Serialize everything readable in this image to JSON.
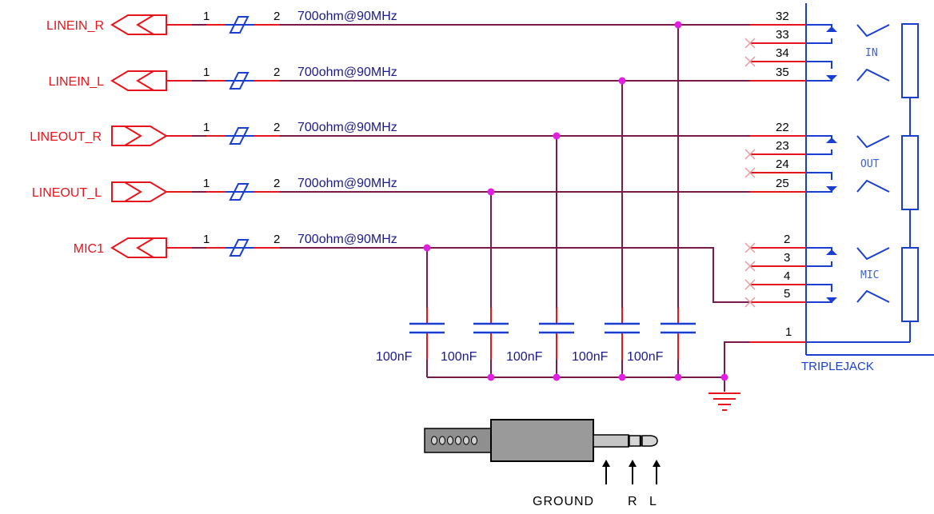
{
  "nets": [
    {
      "name": "LINEIN_R",
      "dir": "in"
    },
    {
      "name": "LINEIN_L",
      "dir": "in"
    },
    {
      "name": "LINEOUT_R",
      "dir": "out"
    },
    {
      "name": "LINEOUT_L",
      "dir": "out"
    },
    {
      "name": "MIC1",
      "dir": "in"
    }
  ],
  "ferrite": {
    "pin1": "1",
    "pin2": "2",
    "value": "700ohm@90MHz"
  },
  "capacitor_value": "100nF",
  "jack": {
    "part_name": "TRIPLEJACK",
    "sections": [
      {
        "label": "IN",
        "pins": [
          "32",
          "33",
          "34",
          "35"
        ]
      },
      {
        "label": "OUT",
        "pins": [
          "22",
          "23",
          "24",
          "25"
        ]
      },
      {
        "label": "MIC",
        "pins": [
          "2",
          "3",
          "4",
          "5"
        ]
      }
    ],
    "ground_pin": "1"
  },
  "plug_labels": {
    "ground": "GROUND",
    "r": "R",
    "l": "L"
  },
  "colors": {
    "wire": "#7a1a4a",
    "pin_stub": "#e8141c",
    "junction": "#e020e0",
    "component": "#1a3fd0",
    "label": "#e8141c",
    "no_connect": "#e89a9a"
  }
}
